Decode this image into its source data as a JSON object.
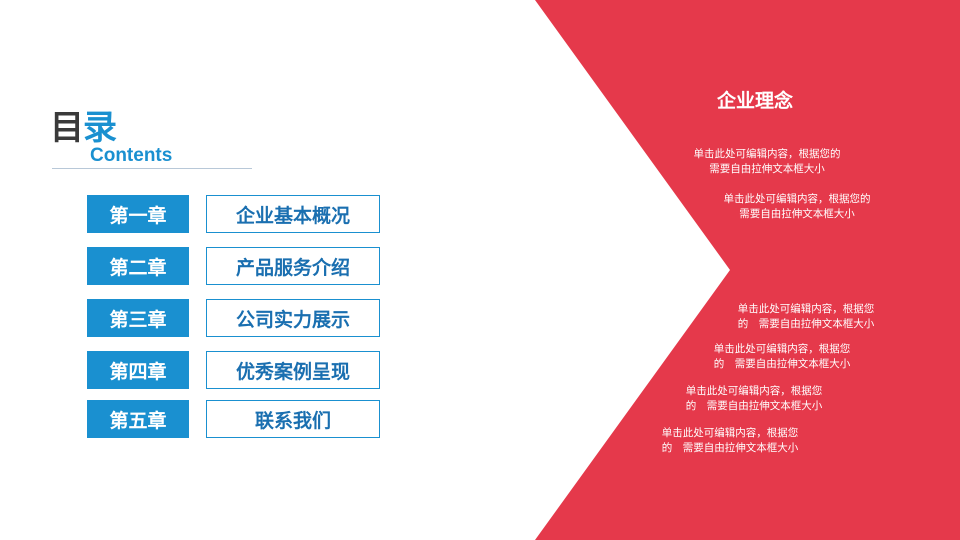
{
  "title": {
    "char1": "目",
    "char2": "录",
    "subtitle": "Contents"
  },
  "chapters": [
    {
      "label": "第一章",
      "topic": "企业基本概况"
    },
    {
      "label": "第二章",
      "topic": "产品服务介绍"
    },
    {
      "label": "第三章",
      "topic": "公司实力展示"
    },
    {
      "label": "第四章",
      "topic": "优秀案例呈现"
    },
    {
      "label": "第五章",
      "topic": "联系我们"
    }
  ],
  "panel": {
    "title": "企业理念",
    "notes": [
      "单击此处可编辑内容，根据您的\n需要自由拉伸文本框大小",
      "单击此处可编辑内容，根据您的\n需要自由拉伸文本框大小",
      "单击此处可编辑内容，根据您\n的　需要自由拉伸文本框大小",
      "单击此处可编辑内容，根据您\n的　需要自由拉伸文本框大小",
      "单击此处可编辑内容，根据您\n的　需要自由拉伸文本框大小",
      "单击此处可编辑内容，根据您\n的　需要自由拉伸文本框大小"
    ]
  },
  "colors": {
    "accent_blue": "#1a90d0",
    "accent_red": "#e5394b",
    "text_dark": "#3a3a3a"
  }
}
